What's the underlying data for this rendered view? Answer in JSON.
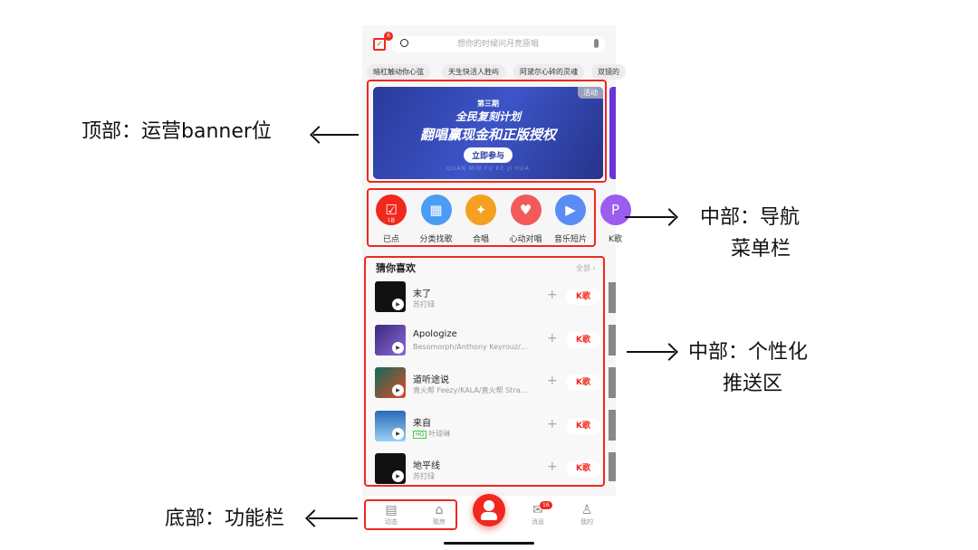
{
  "annotations": {
    "top": "顶部：运营banner位",
    "nav": [
      "中部：导航",
      "菜单栏"
    ],
    "rec": [
      "中部：个性化",
      "推送区"
    ],
    "bottom": "底部：功能栏"
  },
  "header": {
    "calendar_badge": "6",
    "search_placeholder": "想你的时候问月亮原唱"
  },
  "hot_chips": [
    "暗杠触动你心弦",
    "天生快活人胜屿",
    "阿黛尔心碎的灵魂",
    "双镜的"
  ],
  "banner": {
    "tag": "活动",
    "issue": "第三期",
    "title": "全民复刻计划",
    "subtitle": "翻唱赢现金和正版授权",
    "cta": "立即参与",
    "footer": "QUAN MIN FU KE JI HUA"
  },
  "nav": [
    {
      "label": "已点",
      "icon": "checked-box-icon",
      "badge": "1首",
      "color": "#f0281e"
    },
    {
      "label": "分类找歌",
      "icon": "grid-icon",
      "color": "#4a9cf5"
    },
    {
      "label": "合唱",
      "icon": "duet-mic-icon",
      "color": "#f5a020"
    },
    {
      "label": "心动对唱",
      "icon": "heart-note-icon",
      "color": "#f25a5a"
    },
    {
      "label": "音乐短片",
      "icon": "video-icon",
      "color": "#5b8cf5"
    },
    {
      "label": "K歌",
      "icon": "party-icon",
      "color": "#9b5cf0"
    }
  ],
  "recommend": {
    "title": "猜你喜欢",
    "more": "全部",
    "songs": [
      {
        "title": "末了",
        "artist": "苏打绿",
        "hq": ""
      },
      {
        "title": "Apologize",
        "artist": "Besomorph/Anthony Keyrouz/...",
        "hq": ""
      },
      {
        "title": "道听途说",
        "artist": "直火帮 Feezy/KALA/直火帮 Stra...",
        "hq": ""
      },
      {
        "title": "来自",
        "artist": "叶琼琳",
        "hq": "HQ"
      },
      {
        "title": "地平线",
        "artist": "苏打绿",
        "hq": ""
      }
    ],
    "sing_label": "K歌",
    "add_label": "+"
  },
  "tabbar": [
    {
      "label": "动态",
      "icon": "feed-icon"
    },
    {
      "label": "歌房",
      "icon": "room-icon"
    },
    {
      "label": "消息",
      "icon": "mail-icon",
      "badge": "16"
    },
    {
      "label": "我的",
      "icon": "profile-icon"
    }
  ],
  "colors": {
    "accent": "#f0281e"
  }
}
